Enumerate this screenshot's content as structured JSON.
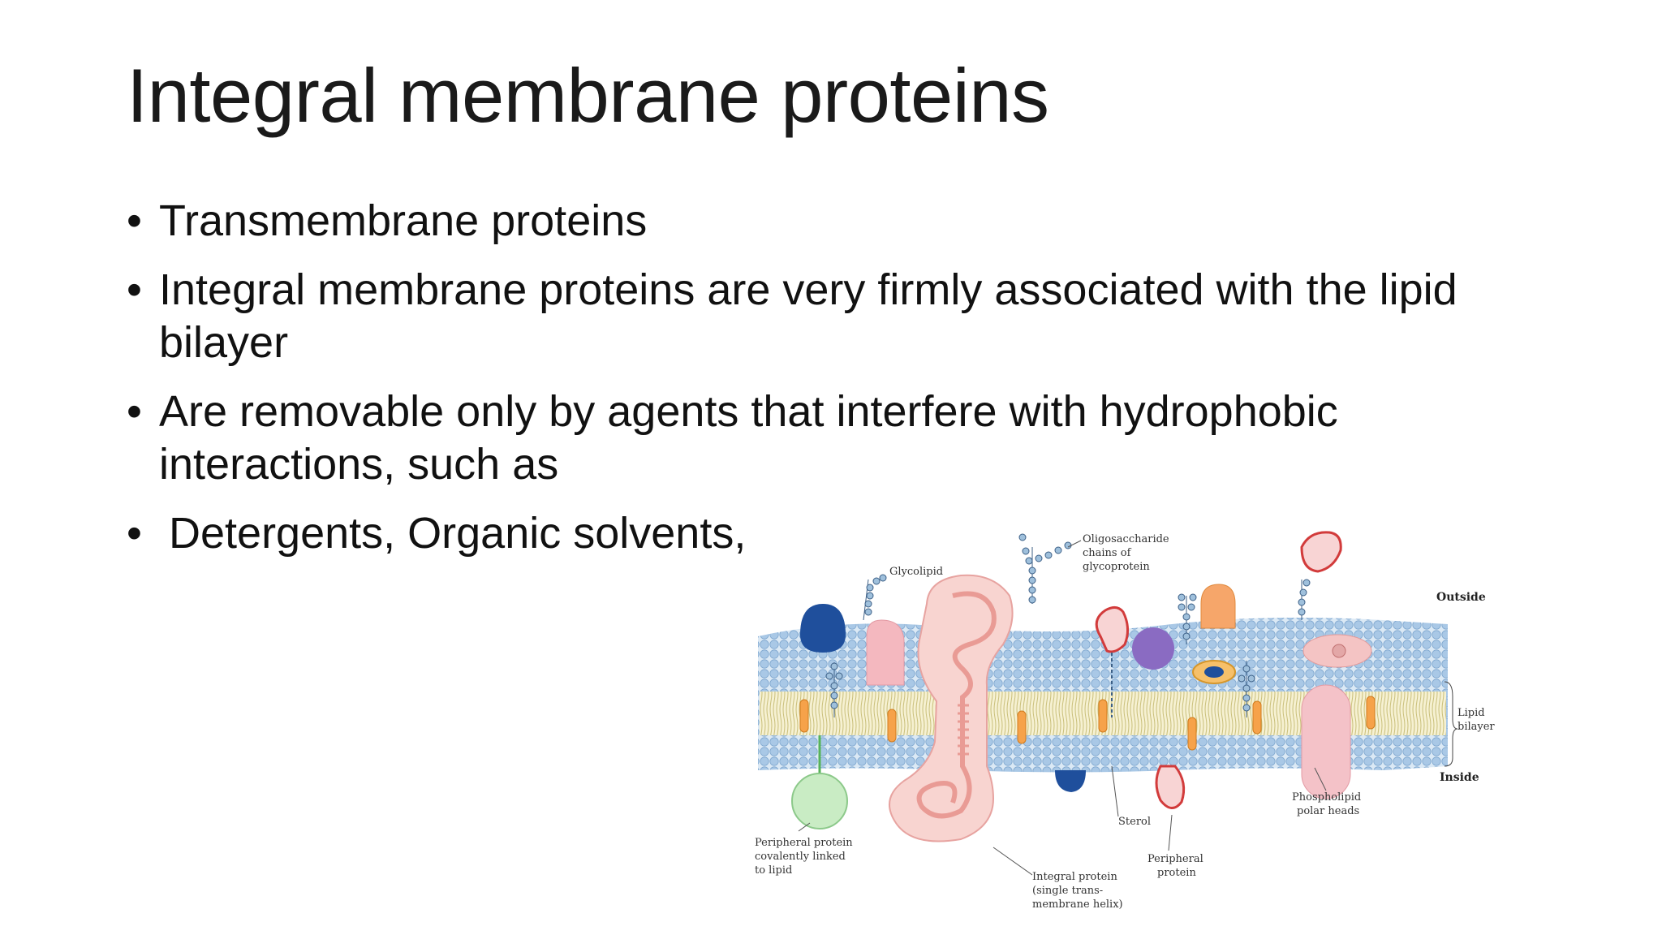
{
  "slide": {
    "title": "Integral membrane proteins",
    "bullets": [
      {
        "text": "Transmembrane proteins"
      },
      {
        "text": "Integral membrane proteins are very firmly associated with the lipid bilayer"
      },
      {
        "text": "Are removable only by agents that interfere with hydrophobic interactions, such as"
      },
      {
        "text": "Detergents, Organic solvents,"
      }
    ]
  },
  "figure": {
    "labels": {
      "oligosaccharide": [
        "Oligosaccharide",
        "chains of",
        "glycoprotein"
      ],
      "glycolipid": "Glycolipid",
      "outside": "Outside",
      "inside": "Inside",
      "lipid_bilayer": [
        "Lipid",
        "bilayer"
      ],
      "phospholipid": [
        "Phospholipid",
        "polar heads"
      ],
      "sterol": "Sterol",
      "peripheral": [
        "Peripheral",
        "protein"
      ],
      "integral": [
        "Integral protein",
        "(single trans-",
        "membrane helix)"
      ],
      "peripheral_covalent": [
        "Peripheral protein",
        "covalently linked",
        "to lipid"
      ]
    },
    "colors": {
      "head_blue": "#a9c8e6",
      "tail_yellow": "#efe7b8",
      "protein_pink": "#f4c2c2",
      "protein_orange": "#f6a66a",
      "protein_blue": "#1f4f9c",
      "protein_purple": "#8a6bc2",
      "protein_green": "#c9ecc4"
    }
  }
}
